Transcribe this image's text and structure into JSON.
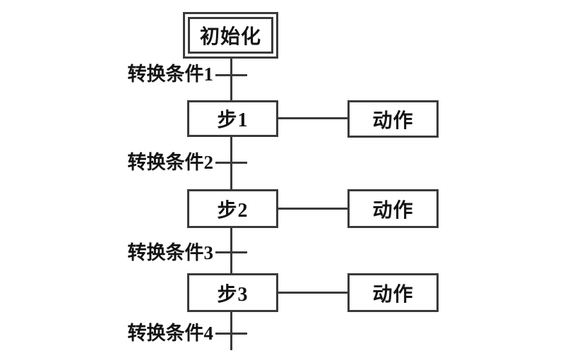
{
  "diagram": {
    "type": "sfc-flowchart",
    "colors": {
      "background": "#ffffff",
      "line": "#3a3a3a",
      "text": "#141414"
    },
    "initial_step": {
      "label": "初始化"
    },
    "transitions": [
      {
        "label": "转换条件1"
      },
      {
        "label": "转换条件2"
      },
      {
        "label": "转换条件3"
      },
      {
        "label": "转换条件4"
      }
    ],
    "steps": [
      {
        "label": "步1",
        "action": "动作"
      },
      {
        "label": "步2",
        "action": "动作"
      },
      {
        "label": "步3",
        "action": "动作"
      }
    ]
  }
}
